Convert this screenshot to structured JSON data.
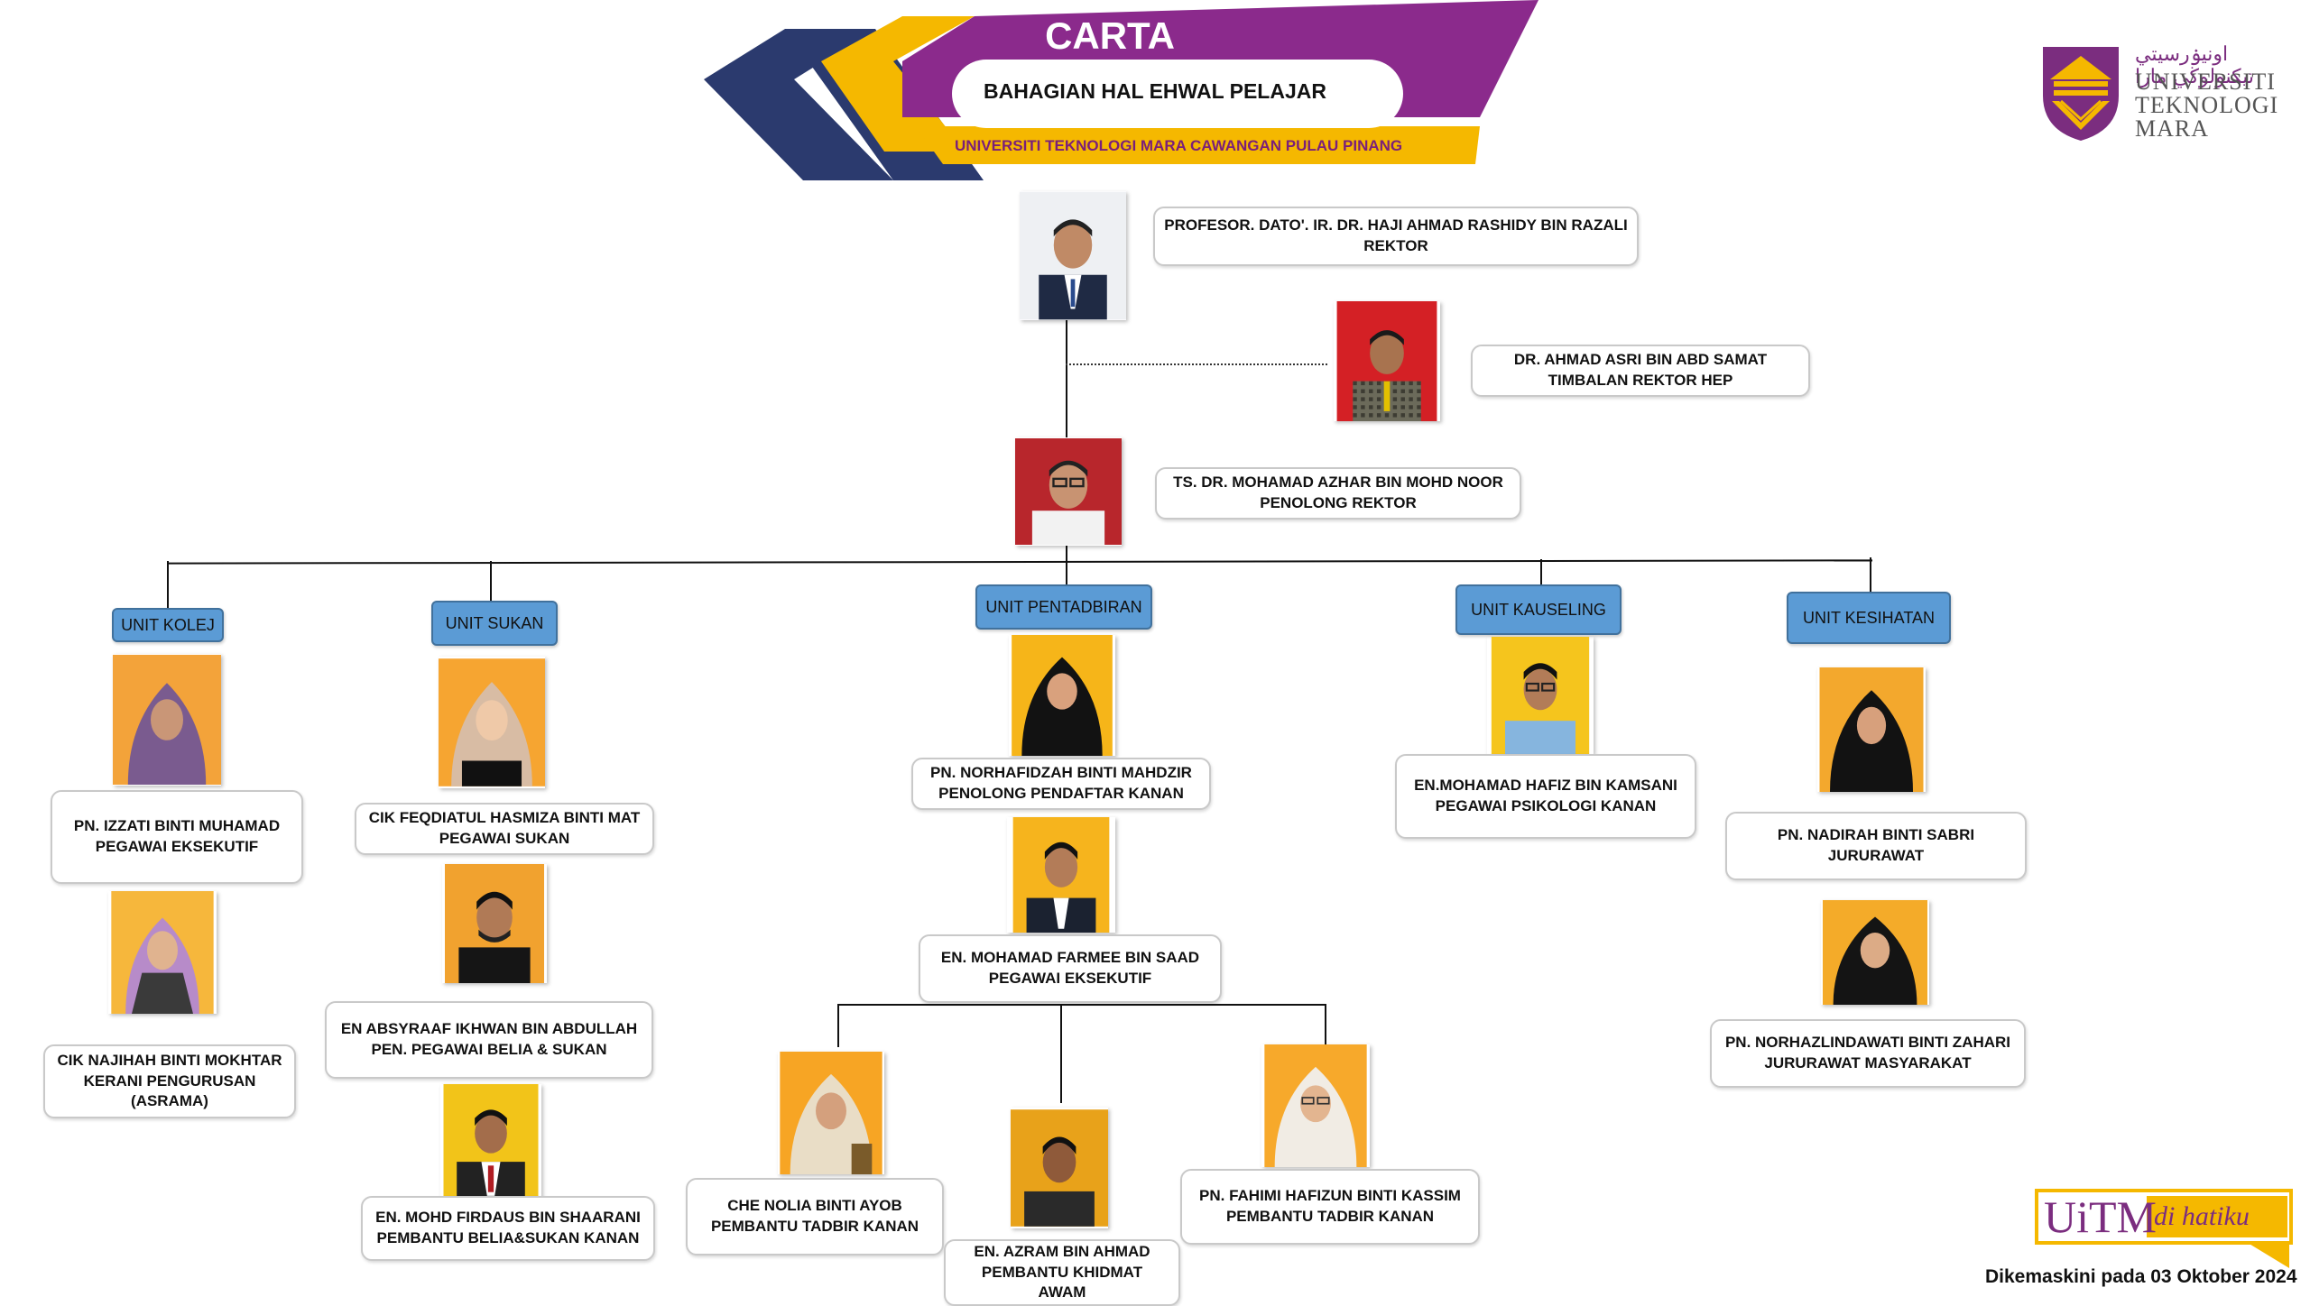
{
  "header": {
    "title": "CARTA ORGANISASI",
    "subtitle": "BAHAGIAN HAL EHWAL PELAJAR",
    "campus": "UNIVERSITI TEKNOLOGI MARA CAWANGAN PULAU PINANG"
  },
  "logo": {
    "jawi": "اونيۏرسيتي تيكنولوڬي مارا",
    "line1": "UNIVERSITI",
    "line2": "TEKNOLOGI",
    "line3": "MARA"
  },
  "footer": {
    "badge_main": "UiTM",
    "badge_sub": "di hatiku",
    "updated": "Dikemaskini pada 03 Oktober 2024"
  },
  "colors": {
    "navy": "#2b3a6e",
    "gold": "#f5b800",
    "purple": "#8b2a8c",
    "unit_blue": "#5b9bd5"
  },
  "people": {
    "rektor": {
      "name": "PROFESOR. DATO'. IR. DR. HAJI AHMAD RASHIDY BIN RAZALI",
      "role": "REKTOR"
    },
    "timbalan": {
      "name": "DR. AHMAD ASRI BIN  ABD SAMAT",
      "role": "TIMBALAN  REKTOR  HEP"
    },
    "penolong": {
      "name": "TS. DR. MOHAMAD AZHAR  BIN MOHD NOOR",
      "role": "PENOLONG REKTOR"
    }
  },
  "units": {
    "kolej": "UNIT KOLEJ",
    "sukan": "UNIT SUKAN",
    "pentadbiran": "UNIT PENTADBIRAN",
    "kauseling": "UNIT KAUSELING",
    "kesihatan": "UNIT KESIHATAN"
  },
  "staff": {
    "izzati": {
      "name": "PN. IZZATI BINTI MUHAMAD",
      "role": "PEGAWAI EKSEKUTIF"
    },
    "najihah": {
      "name": "CIK NAJIHAH BINTI MOKHTAR",
      "role": "KERANI PENGURUSAN",
      "role2": "(ASRAMA)"
    },
    "feqdiatul": {
      "name": "CIK FEQDIATUL HASMIZA BINTI MAT",
      "role": "PEGAWAI SUKAN"
    },
    "absyraaf": {
      "name": "EN ABSYRAAF IKHWAN BIN ABDULLAH",
      "role": "PEN. PEGAWAI BELIA & SUKAN"
    },
    "firdaus": {
      "name": "EN. MOHD FIRDAUS BIN SHAARANI",
      "role": "PEMBANTU BELIA&SUKAN KANAN"
    },
    "norhafidzah": {
      "name": "PN. NORHAFIDZAH BINTI MAHDZIR",
      "role": "PENOLONG PENDAFTAR KANAN"
    },
    "farmee": {
      "name": "EN. MOHAMAD FARMEE BIN SAAD",
      "role": "PEGAWAI EKSEKUTIF"
    },
    "nolia": {
      "name": "CHE NOLIA BINTI AYOB",
      "role": "PEMBANTU  TADBIR KANAN"
    },
    "azram": {
      "name": "EN. AZRAM BIN AHMAD",
      "role": "PEMBANTU KHIDMAT",
      "role2": "AWAM"
    },
    "fahimi": {
      "name": "PN. FAHIMI HAFIZUN  BINTI KASSIM",
      "role": "PEMBANTU TADBIR KANAN"
    },
    "hafiz": {
      "name": "EN.MOHAMAD HAFIZ BIN KAMSANI",
      "role": "PEGAWAI PSIKOLOGI KANAN"
    },
    "nadirah": {
      "name": "PN. NADIRAH BINTI SABRI",
      "role": "JURURAWAT"
    },
    "norhazlindawati": {
      "name": "PN. NORHAZLINDAWATI BINTI ZAHARI",
      "role": "JURURAWAT MASYARAKAT"
    }
  }
}
